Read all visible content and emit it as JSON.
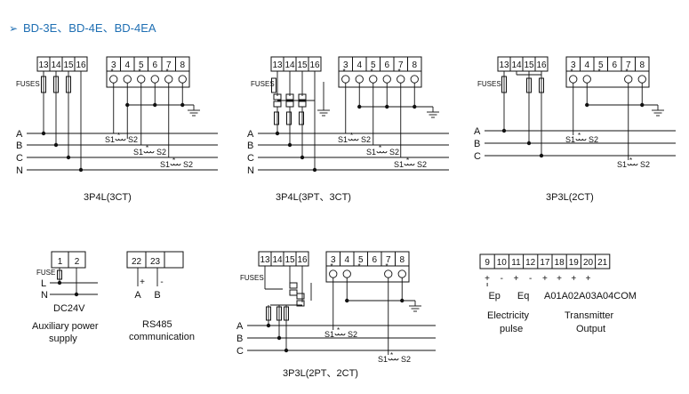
{
  "header": {
    "marker": "➢",
    "title": "BD-3E、BD-4E、BD-4EA"
  },
  "colors": {
    "title": "#1f6fb3",
    "line": "#111111",
    "text": "#111111"
  },
  "common": {
    "fuses": "FUSES",
    "s1": "S1",
    "s2": "S2",
    "star": "*"
  },
  "d1": {
    "caption": "3P4L(3CT)",
    "volt_terms": [
      "13",
      "14",
      "15",
      "16"
    ],
    "cur_terms": [
      "3",
      "4",
      "5",
      "6",
      "7",
      "8"
    ],
    "phases": [
      "A",
      "B",
      "C",
      "N"
    ]
  },
  "d2": {
    "caption": "3P4L(3PT、3CT)",
    "volt_terms": [
      "13",
      "14",
      "15",
      "16"
    ],
    "cur_terms": [
      "3",
      "4",
      "5",
      "6",
      "7",
      "8"
    ],
    "phases": [
      "A",
      "B",
      "C",
      "N"
    ]
  },
  "d3": {
    "caption": "3P3L(2CT)",
    "volt_terms": [
      "13",
      "14",
      "15",
      "16"
    ],
    "cur_terms": [
      "3",
      "4",
      "5",
      "6",
      "7",
      "8"
    ],
    "phases": [
      "A",
      "B",
      "C"
    ]
  },
  "d4": {
    "terms": [
      "1",
      "2"
    ],
    "fuse": "FUSE",
    "lines": [
      "L",
      "N"
    ],
    "voltage": "DC24V",
    "caption_line1": "Auxiliary power",
    "caption_line2": "supply"
  },
  "d5": {
    "terms": [
      "22",
      "23",
      ""
    ],
    "polarity": [
      "+",
      "-"
    ],
    "lines": [
      "A",
      "B"
    ],
    "caption_line1": "RS485",
    "caption_line2": "communication"
  },
  "d6": {
    "caption": "3P3L(2PT、2CT)",
    "volt_terms": [
      "13",
      "14",
      "15",
      "16"
    ],
    "cur_terms": [
      "3",
      "4",
      "5",
      "6",
      "7",
      "8"
    ],
    "phases": [
      "A",
      "B",
      "C"
    ]
  },
  "d7": {
    "terms": [
      "9",
      "10",
      "11",
      "12",
      "17",
      "18",
      "19",
      "20",
      "21"
    ],
    "polarity": [
      "+",
      "-",
      "+",
      "-",
      "+",
      "+",
      "+",
      "+"
    ],
    "ep": "Ep",
    "eq": "Eq",
    "outputs": "A01A02A03A04COM",
    "caption_left_1": "Electricity",
    "caption_left_2": "pulse",
    "caption_right_1": "Transmitter",
    "caption_right_2": "Output"
  }
}
